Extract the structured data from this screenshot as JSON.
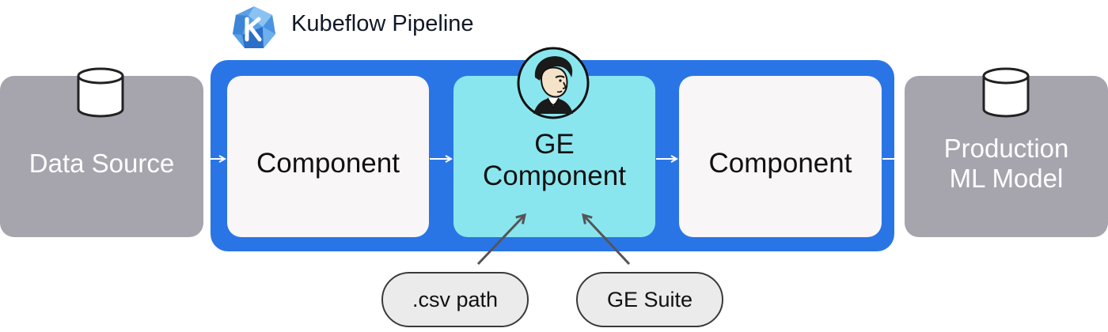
{
  "header": {
    "title": "Kubeflow Pipeline",
    "logo_icon": "kubeflow-logo-icon"
  },
  "pipeline": {
    "data_source_label": "Data Source",
    "component_1_label": "Component",
    "ge_component_line_1": "GE",
    "ge_component_line_2": "Component",
    "component_2_label": "Component",
    "production_line_1": "Production",
    "production_line_2": "ML Model",
    "data_source_icon": "database-icon",
    "production_icon": "database-icon",
    "ge_avatar_icon": "great-expectations-avatar-icon"
  },
  "inputs": {
    "csv_path_label": ".csv path",
    "ge_suite_label": "GE Suite"
  },
  "colors": {
    "pipeline_blue": "#2a75e6",
    "ge_component_cyan": "#8ae6ee",
    "side_box_gray": "#a6a5ae",
    "component_white": "#f8f6f6",
    "pill_gray": "#ebebeb"
  }
}
